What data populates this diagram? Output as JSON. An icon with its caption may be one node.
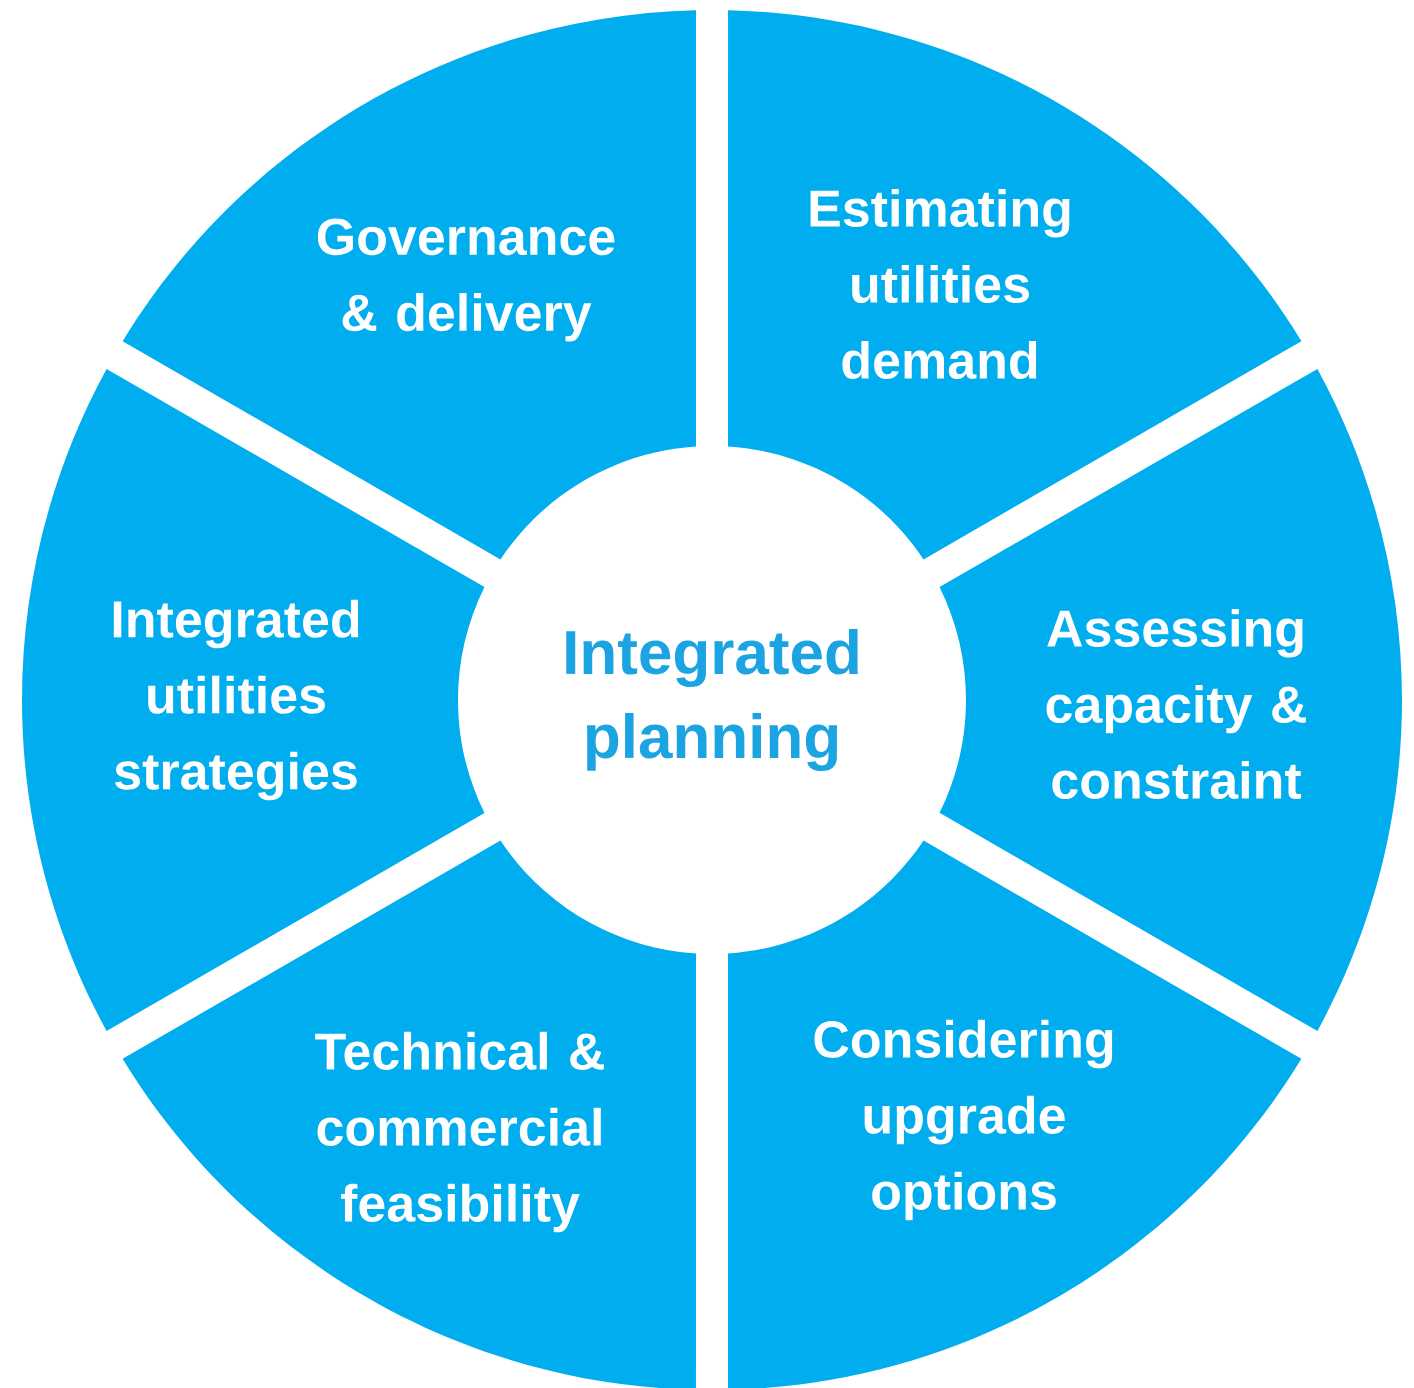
{
  "diagram": {
    "nodes": [
      {
        "text": [
          "Integrated planning"
        ]
      },
      {
        "text": [
          "Governance & delivery"
        ]
      },
      {
        "text": [
          "Estimating utilities demand"
        ]
      },
      {
        "text": [
          "Assessing capacity & constraint"
        ]
      },
      {
        "text": [
          "Considering upgrade options"
        ]
      },
      {
        "text": [
          "Technical & commercial feasibility"
        ]
      },
      {
        "text": [
          "Integrated utilities strategies"
        ]
      }
    ]
  }
}
